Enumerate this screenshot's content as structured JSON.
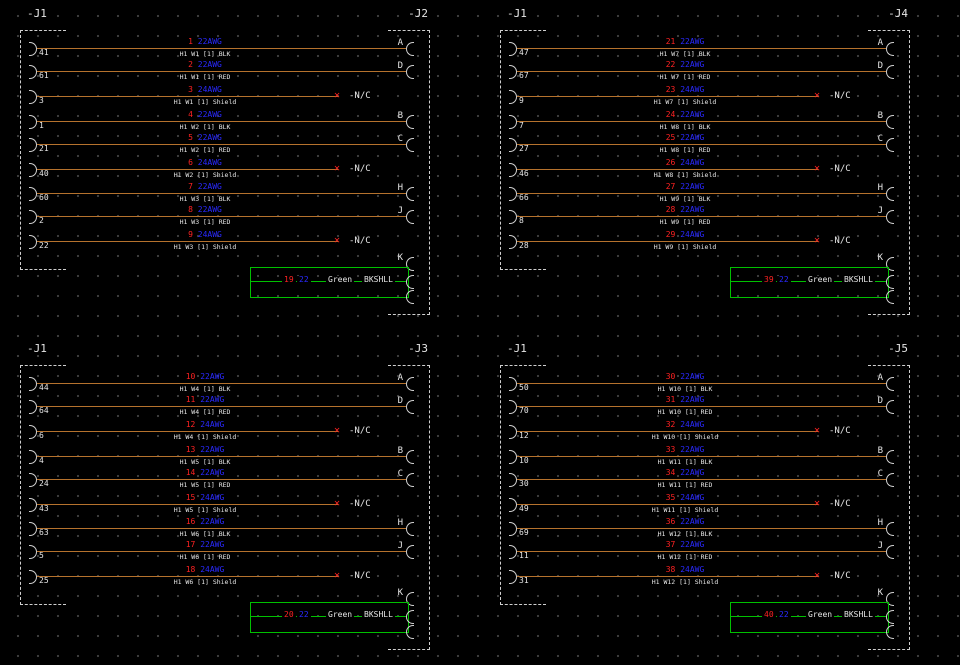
{
  "canvas": {
    "background": "#000000",
    "grid_dot_color": "#454545"
  },
  "colors": {
    "wire": "#b5722d",
    "wire_number": "#ff2222",
    "wire_gauge": "#2929ff",
    "text": "#e6e6e6",
    "no_connect": "#ff2222",
    "shield": "#00c000",
    "connector": "#d0d0d0"
  },
  "nc_label": "-N/C",
  "nc_icon": "✕",
  "quadrants": [
    {
      "left_connector_label": "-J1",
      "right_connector_label": "-J2",
      "wires": [
        {
          "left_pin": "41",
          "num": "1",
          "awg": "22AWG",
          "name": "H1 W1 [1] BLK",
          "right_pin": "A",
          "nc": false
        },
        {
          "left_pin": "61",
          "num": "2",
          "awg": "22AWG",
          "name": "H1 W1 [1] RED",
          "right_pin": "D",
          "nc": false
        },
        {
          "left_pin": "3",
          "num": "3",
          "awg": "24AWG",
          "name": "H1 W1 [1] Shield",
          "right_pin": "",
          "nc": true
        },
        {
          "left_pin": "1",
          "num": "4",
          "awg": "22AWG",
          "name": "H1 W2 [1] BLK",
          "right_pin": "B",
          "nc": false
        },
        {
          "left_pin": "21",
          "num": "5",
          "awg": "22AWG",
          "name": "H1 W2 [1] RED",
          "right_pin": "C",
          "nc": false
        },
        {
          "left_pin": "40",
          "num": "6",
          "awg": "24AWG",
          "name": "H1 W2 [1] Shield",
          "right_pin": "",
          "nc": true
        },
        {
          "left_pin": "60",
          "num": "7",
          "awg": "22AWG",
          "name": "H1 W3 [1] BLK",
          "right_pin": "H",
          "nc": false
        },
        {
          "left_pin": "2",
          "num": "8",
          "awg": "22AWG",
          "name": "H1 W3 [1] RED",
          "right_pin": "J",
          "nc": false
        },
        {
          "left_pin": "22",
          "num": "9",
          "awg": "24AWG",
          "name": "H1 W3 [1] Shield",
          "right_pin": "",
          "nc": true
        }
      ],
      "shell": {
        "unconnected_pin": "K",
        "num": "19",
        "awg": "22",
        "color_name": "Green",
        "terminal": "BKSHLL"
      }
    },
    {
      "left_connector_label": "-J1",
      "right_connector_label": "-J4",
      "wires": [
        {
          "left_pin": "47",
          "num": "21",
          "awg": "22AWG",
          "name": "H1 W7 [1] BLK",
          "right_pin": "A",
          "nc": false
        },
        {
          "left_pin": "67",
          "num": "22",
          "awg": "22AWG",
          "name": "H1 W7 [1] RED",
          "right_pin": "D",
          "nc": false
        },
        {
          "left_pin": "9",
          "num": "23",
          "awg": "24AWG",
          "name": "H1 W7 [1] Shield",
          "right_pin": "",
          "nc": true
        },
        {
          "left_pin": "7",
          "num": "24",
          "awg": "22AWG",
          "name": "H1 W8 [1] BLK",
          "right_pin": "B",
          "nc": false
        },
        {
          "left_pin": "27",
          "num": "25",
          "awg": "22AWG",
          "name": "H1 W8 [1] RED",
          "right_pin": "C",
          "nc": false
        },
        {
          "left_pin": "46",
          "num": "26",
          "awg": "24AWG",
          "name": "H1 W8 [1] Shield",
          "right_pin": "",
          "nc": true
        },
        {
          "left_pin": "66",
          "num": "27",
          "awg": "22AWG",
          "name": "H1 W9 [1] BLK",
          "right_pin": "H",
          "nc": false
        },
        {
          "left_pin": "8",
          "num": "28",
          "awg": "22AWG",
          "name": "H1 W9 [1] RED",
          "right_pin": "J",
          "nc": false
        },
        {
          "left_pin": "28",
          "num": "29",
          "awg": "24AWG",
          "name": "H1 W9 [1] Shield",
          "right_pin": "",
          "nc": true
        }
      ],
      "shell": {
        "unconnected_pin": "K",
        "num": "39",
        "awg": "22",
        "color_name": "Green",
        "terminal": "BKSHLL"
      }
    },
    {
      "left_connector_label": "-J1",
      "right_connector_label": "-J3",
      "wires": [
        {
          "left_pin": "44",
          "num": "10",
          "awg": "22AWG",
          "name": "H1 W4 [1] BLK",
          "right_pin": "A",
          "nc": false
        },
        {
          "left_pin": "64",
          "num": "11",
          "awg": "22AWG",
          "name": "H1 W4 [1] RED",
          "right_pin": "D",
          "nc": false
        },
        {
          "left_pin": "6",
          "num": "12",
          "awg": "24AWG",
          "name": "H1 W4 [1] Shield",
          "right_pin": "",
          "nc": true
        },
        {
          "left_pin": "4",
          "num": "13",
          "awg": "22AWG",
          "name": "H1 W5 [1] BLK",
          "right_pin": "B",
          "nc": false
        },
        {
          "left_pin": "24",
          "num": "14",
          "awg": "22AWG",
          "name": "H1 W5 [1] RED",
          "right_pin": "C",
          "nc": false
        },
        {
          "left_pin": "43",
          "num": "15",
          "awg": "24AWG",
          "name": "H1 W5 [1] Shield",
          "right_pin": "",
          "nc": true
        },
        {
          "left_pin": "63",
          "num": "16",
          "awg": "22AWG",
          "name": "H1 W6 [1] BLK",
          "right_pin": "H",
          "nc": false
        },
        {
          "left_pin": "5",
          "num": "17",
          "awg": "22AWG",
          "name": "H1 W6 [1] RED",
          "right_pin": "J",
          "nc": false
        },
        {
          "left_pin": "25",
          "num": "18",
          "awg": "24AWG",
          "name": "H1 W6 [1] Shield",
          "right_pin": "",
          "nc": true
        }
      ],
      "shell": {
        "unconnected_pin": "K",
        "num": "20",
        "awg": "22",
        "color_name": "Green",
        "terminal": "BKSHLL"
      }
    },
    {
      "left_connector_label": "-J1",
      "right_connector_label": "-J5",
      "wires": [
        {
          "left_pin": "50",
          "num": "30",
          "awg": "22AWG",
          "name": "H1 W10 [1] BLK",
          "right_pin": "A",
          "nc": false
        },
        {
          "left_pin": "70",
          "num": "31",
          "awg": "22AWG",
          "name": "H1 W10 [1] RED",
          "right_pin": "D",
          "nc": false
        },
        {
          "left_pin": "12",
          "num": "32",
          "awg": "24AWG",
          "name": "H1 W10 [1] Shield",
          "right_pin": "",
          "nc": true
        },
        {
          "left_pin": "10",
          "num": "33",
          "awg": "22AWG",
          "name": "H1 W11 [1] BLK",
          "right_pin": "B",
          "nc": false
        },
        {
          "left_pin": "30",
          "num": "34",
          "awg": "22AWG",
          "name": "H1 W11 [1] RED",
          "right_pin": "C",
          "nc": false
        },
        {
          "left_pin": "49",
          "num": "35",
          "awg": "24AWG",
          "name": "H1 W11 [1] Shield",
          "right_pin": "",
          "nc": true
        },
        {
          "left_pin": "69",
          "num": "36",
          "awg": "22AWG",
          "name": "H1 W12 [1] BLK",
          "right_pin": "H",
          "nc": false
        },
        {
          "left_pin": "11",
          "num": "37",
          "awg": "22AWG",
          "name": "H1 W12 [1] RED",
          "right_pin": "J",
          "nc": false
        },
        {
          "left_pin": "31",
          "num": "38",
          "awg": "24AWG",
          "name": "H1 W12 [1] Shield",
          "right_pin": "",
          "nc": true
        }
      ],
      "shell": {
        "unconnected_pin": "K",
        "num": "40",
        "awg": "22",
        "color_name": "Green",
        "terminal": "BKSHLL"
      }
    }
  ]
}
